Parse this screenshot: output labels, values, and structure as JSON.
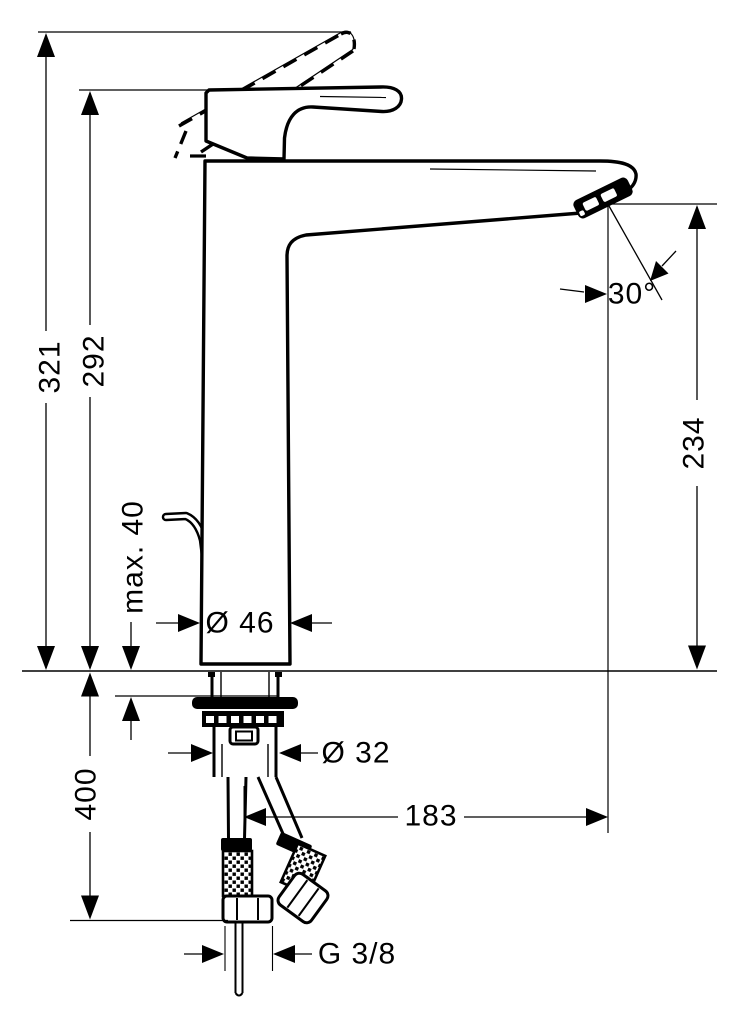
{
  "drawing": {
    "kind": "single-lever basin mixer installation dimension drawing",
    "ink_color": "#000000",
    "background_color": "#ffffff",
    "labels": {
      "total_height": "321",
      "lever_height": "292",
      "spout_height": "234",
      "spray_angle": "30°",
      "max_mounting_thickness": "max. 40",
      "body_diameter": "Ø 46",
      "shank_diameter": "Ø 32",
      "below_counter_clearance": "400",
      "spout_reach": "183",
      "connection_thread": "G 3/8"
    }
  }
}
